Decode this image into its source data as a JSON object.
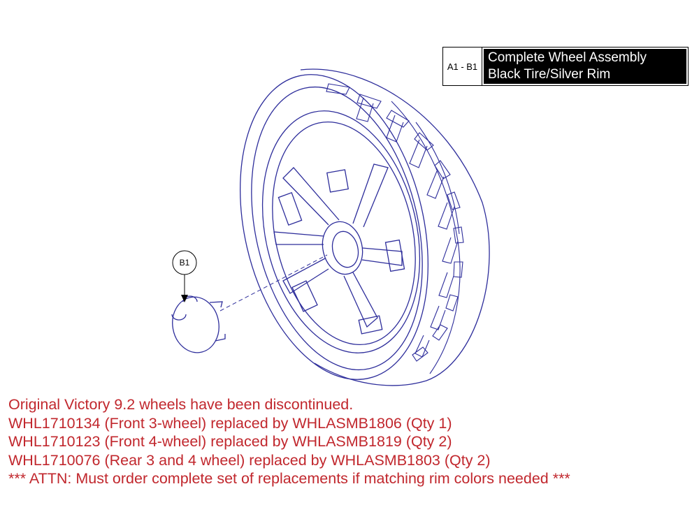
{
  "legend": {
    "code": "A1 - B1",
    "line1": "Complete Wheel Assembly",
    "line2": "Black Tire/Silver Rim"
  },
  "callout": {
    "label": "B1"
  },
  "notes": [
    "Original Victory 9.2 wheels have been discontinued.",
    "WHL1710134 (Front 3-wheel) replaced by WHLASMB1806 (Qty 1)",
    "WHL1710123 (Front 4-wheel) replaced by WHLASMB1819 (Qty 2)",
    "WHL1710076 (Rear 3 and 4 wheel) replaced by WHLASMB1803 (Qty 2)",
    "*** ATTN: Must order complete set of replacements if matching rim colors needed ***"
  ],
  "colors": {
    "line": "#2d2d9b",
    "note_text": "#c1272d"
  }
}
